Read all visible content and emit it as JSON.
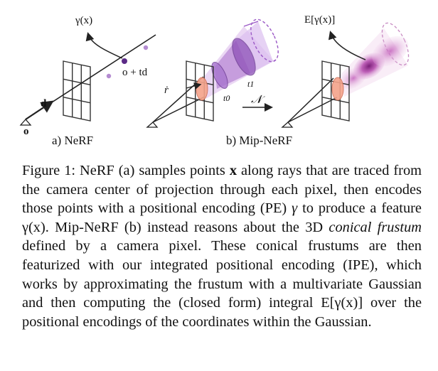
{
  "figure": {
    "panel_a_label": "a) NeRF",
    "panel_b_label": "b) Mip-NeRF",
    "math": {
      "gamma_x": "γ(x)",
      "o_td": "o + td",
      "d": "d",
      "o": "o",
      "r_dot": "ṙ",
      "t0": "t0",
      "t1": "t1",
      "N": "𝒩",
      "E_gamma_x": "E[γ(x)]"
    },
    "colors": {
      "grid": "#333333",
      "pixel_highlight": "#f4a38a",
      "frustum_purple": "#9b59c6",
      "gaussian_magenta": "#a3289a",
      "sample_point": "#5b2a86"
    }
  },
  "caption": {
    "prefix": "Figure 1: ",
    "text_1": "NeRF (a) samples points ",
    "x": "x",
    "text_2": " along rays that are traced from the camera center of projection through each pixel, then encodes those points with a positional encoding (PE) ",
    "gamma": "γ",
    "text_3": " to produce a feature ",
    "gamma_x": "γ(x)",
    "text_4": ". Mip-NeRF (b) instead reasons about the 3D ",
    "conical_frustum": "conical frustum",
    "text_5": " defined by a camera pixel. These conical frustums are then featurized with our integrated positional encoding (IPE), which works by approximating the frustum with a multivariate Gaussian and then computing the (closed form) integral ",
    "expectation": "E[γ(x)]",
    "text_6": " over the positional encodings of the coordinates within the Gaussian."
  }
}
